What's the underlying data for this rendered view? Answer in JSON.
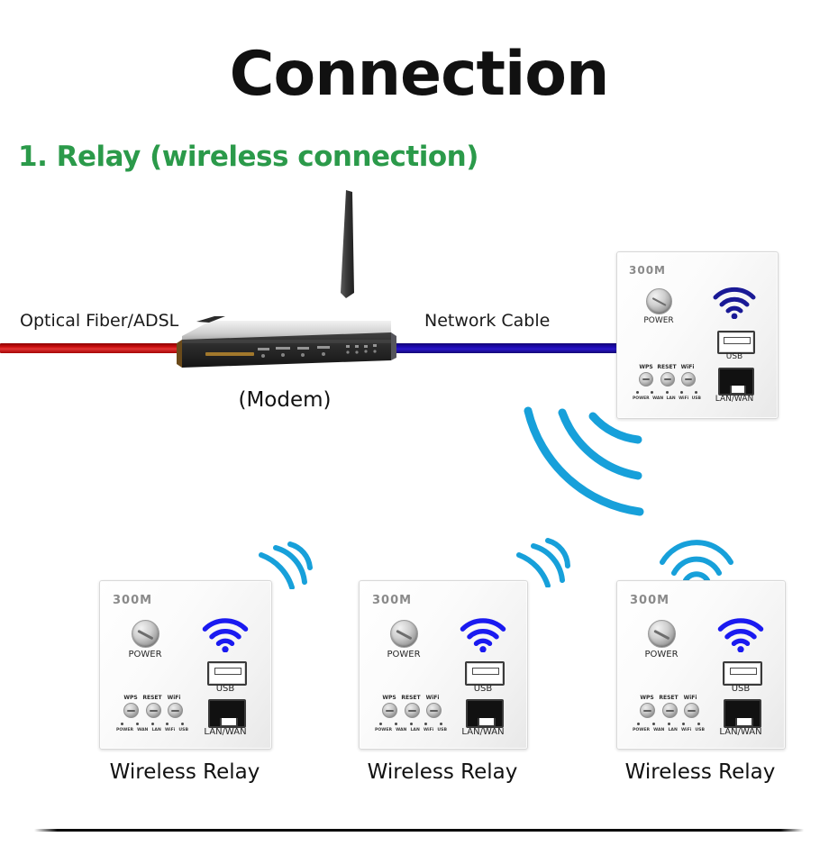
{
  "page": {
    "title": "Connection",
    "section_title": "1. Relay (wireless connection)",
    "accent_green": "#2b9a4a",
    "signal_blue": "#17a0da",
    "wifi_logo_blue": "#1a1a96",
    "fiber_cable_color": "#cc1111",
    "network_cable_color": "#1e0bb4"
  },
  "cables": {
    "fiber_label": "Optical Fiber/ADSL",
    "network_label": "Network Cable"
  },
  "modem": {
    "caption": "(Modem)"
  },
  "socket_face": {
    "speed": "300M",
    "power_label": "POWER",
    "usb_label": "USB",
    "lan_label": "LAN/WAN",
    "wifi_icon": "wifi-icon",
    "buttons": [
      "WPS",
      "RESET",
      "WiFi"
    ],
    "led_labels": [
      "POWER",
      "WAN",
      "LAN",
      "WiFi",
      "USB"
    ]
  },
  "devices": [
    {
      "id": "main-ap",
      "role": "main-access-point",
      "caption": ""
    },
    {
      "id": "relay-1",
      "role": "wireless-relay",
      "caption": "Wireless Relay"
    },
    {
      "id": "relay-2",
      "role": "wireless-relay",
      "caption": "Wireless Relay"
    },
    {
      "id": "relay-3",
      "role": "wireless-relay",
      "caption": "Wireless Relay"
    }
  ]
}
